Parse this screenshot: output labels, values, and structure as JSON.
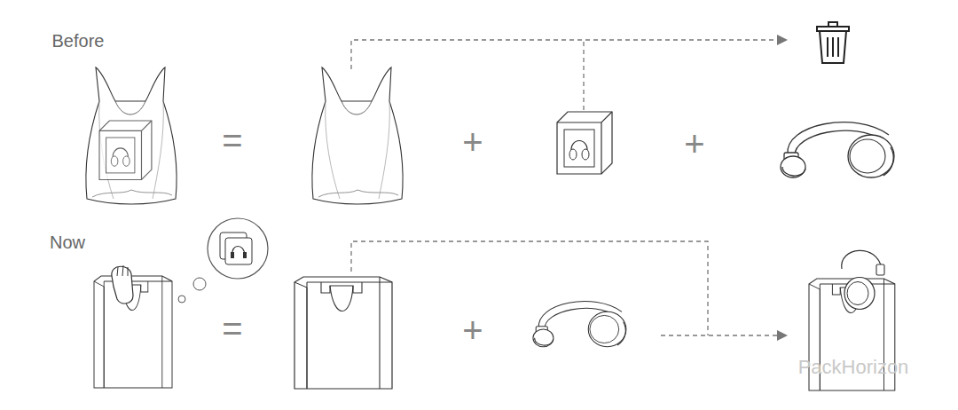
{
  "diagram": {
    "labels": [
      "Before",
      "=",
      "+",
      "+",
      "Now",
      "=",
      "+",
      "PackHorizon"
    ]
  }
}
